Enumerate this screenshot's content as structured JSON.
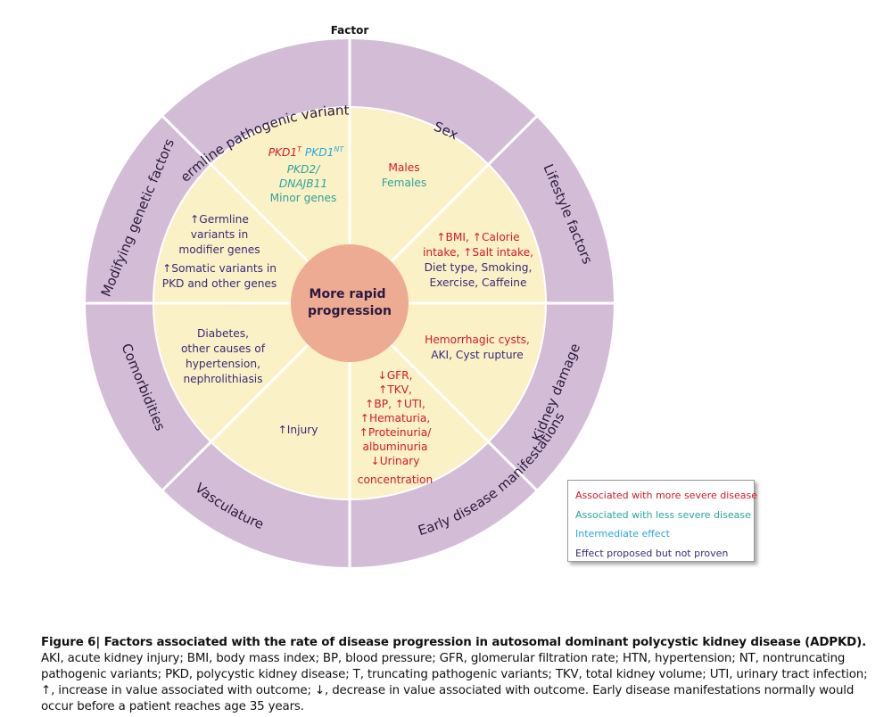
{
  "factor_title": "Factor",
  "center": {
    "line1": "More rapid",
    "line2": "progression"
  },
  "colors": {
    "ring": "#d3bdd6",
    "inner": "#fbf1c6",
    "center": "#eeab94",
    "divider": "#ffffff",
    "more_severe": "#d4192b",
    "less_severe": "#2aa59c",
    "intermediate": "#28a8e0",
    "proposed": "#3b2a78"
  },
  "ring_labels": [
    "Germline pathogenic variant",
    "Sex",
    "Lifestyle factors",
    "Kidney damage",
    "Early disease manifestations",
    "Vasculature",
    "Comorbidities",
    "Modifying genetic factors"
  ],
  "segments": {
    "germline": {
      "line1_a": "PKD1",
      "line1_a_sup": "T",
      "line1_b": " PKD1",
      "line1_b_sup": "NT",
      "line2": "PKD2/",
      "line3": "DNAJB11",
      "line4": "Minor genes"
    },
    "sex": {
      "line1": "Males",
      "line2": "Females"
    },
    "lifestyle": {
      "line1": "↑BMI, ↑Calorie",
      "line2": "intake, ↑Salt intake,",
      "line3": "Diet type, Smoking,",
      "line4": "Exercise, Caffeine"
    },
    "kidney": {
      "line1": "Hemorrhagic cysts,",
      "line2": "AKI, Cyst rupture"
    },
    "early": {
      "lines": [
        "↓GFR,",
        "↑TKV,",
        "↑BP, ↑UTI,",
        "↑Hematuria,",
        "↑Proteinuria/",
        "albuminuria",
        "↓Urinary",
        "concentration"
      ]
    },
    "vasculature": {
      "line1": "↑Injury"
    },
    "comorbidities": {
      "lines": [
        "Diabetes,",
        "other causes of",
        "hypertension,",
        "nephrolithiasis"
      ]
    },
    "modifying": {
      "lines": [
        "↑Germline",
        "variants in",
        "modifier genes",
        "↑Somatic variants in",
        "PKD and other genes"
      ]
    }
  },
  "legend": [
    {
      "label": "Associated with more severe disease",
      "color": "#d4192b"
    },
    {
      "label": "Associated with less severe disease",
      "color": "#2aa59c"
    },
    {
      "label": "Intermediate effect",
      "color": "#28a8e0"
    },
    {
      "label": "Effect proposed but not proven",
      "color": "#3b2a78"
    }
  ],
  "caption": {
    "lead": "Figure 6| Factors associated with the rate of disease progression in autosomal dominant polycystic kidney disease (ADPKD).",
    "body": " AKI, acute kidney injury; BMI, body mass index; BP, blood pressure; GFR, glomerular filtration rate; HTN, hypertension; NT, nontruncating pathogenic variants; PKD, polycystic kidney disease; T, truncating pathogenic variants; TKV, total kidney volume; UTI, urinary tract infection; ↑, increase in value associated with outcome; ↓, decrease in value associated with outcome. Early disease manifestations normally would occur before a patient reaches age 35 years."
  }
}
